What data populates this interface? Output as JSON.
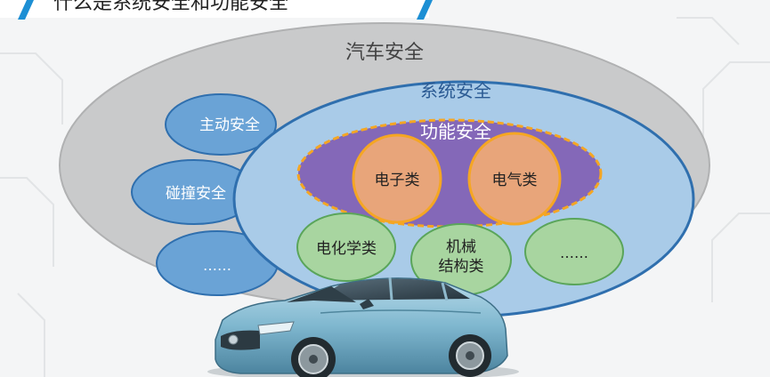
{
  "header": {
    "title": "什么是系统安全和功能安全"
  },
  "diagram": {
    "outer_label": "汽车安全",
    "left_items": [
      "主动安全",
      "碰撞安全",
      "……"
    ],
    "system_label": "系统安全",
    "functional_label": "功能安全",
    "functional_items": [
      "电子类",
      "电气类"
    ],
    "bottom_items": [
      "电化学类",
      "机械\n结构类",
      "……"
    ]
  },
  "colors": {
    "header_bg": "#ffffff",
    "accent_blue": "#1d8fd4",
    "outer_fill": "#c9cacb",
    "system_fill": "#a9cbe8",
    "left_bubble_fill": "#6aa3d6",
    "functional_fill": "#8468b8",
    "functional_border": "#f5a623",
    "orange_bubble_fill": "#e8a57a",
    "green_bubble_fill": "#a8d5a0"
  },
  "icons": [
    "car-image"
  ]
}
